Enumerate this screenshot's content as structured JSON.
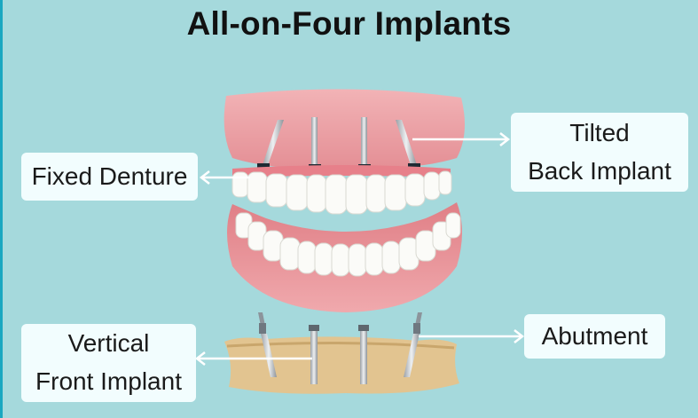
{
  "title": "All-on-Four Implants",
  "labels": {
    "fixed_denture": "Fixed Denture",
    "tilted_line1": "Tilted",
    "tilted_line2": "Back Implant",
    "vertical_line1": "Vertical",
    "vertical_line2": "Front Implant",
    "abutment": "Abutment"
  },
  "colors": {
    "background": "#a5d9dc",
    "gum": "#e48f95",
    "bone": "#e2c490",
    "label_bg": "#f2fdfe",
    "arrow": "#ffffff"
  }
}
